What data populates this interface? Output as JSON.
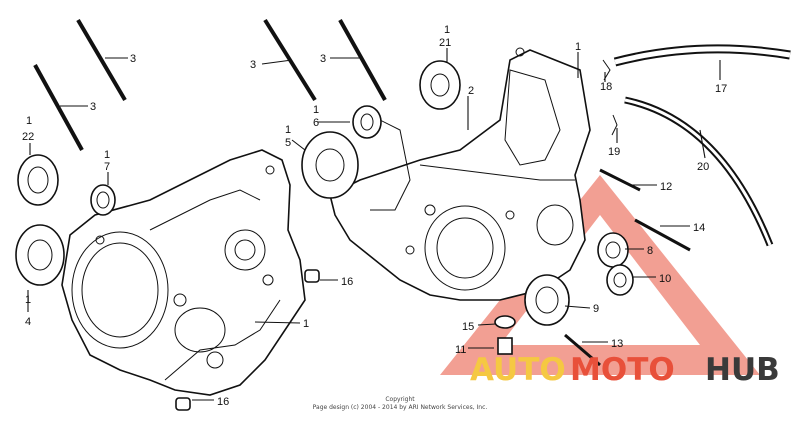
{
  "diagram": {
    "callouts": {
      "c3a": "3",
      "c3b": "3",
      "c3c": "3",
      "c3d": "3",
      "c22_top": "1",
      "c22": "22",
      "c7_top": "1",
      "c7": "7",
      "c4_top": "1",
      "c4": "4",
      "c6_top": "1",
      "c6": "6",
      "c5_top": "1",
      "c5": "5",
      "c21_top": "1",
      "c21": "21",
      "c2": "2",
      "c1_top": "1",
      "c18": "18",
      "c17": "17",
      "c19": "19",
      "c20": "20",
      "c12": "12",
      "c14": "14",
      "c8": "8",
      "c10": "10",
      "c9": "9",
      "c16a": "16",
      "c16b": "16",
      "c1_mid": "1",
      "c15": "15",
      "c11": "11",
      "c13": "13"
    },
    "copyright_line1": "Copyright",
    "copyright_line2": "Page design (c) 2004 - 2014 by ARI Network Services, Inc."
  },
  "watermark": {
    "part1": "AUTO",
    "part2": "MOTO",
    "part3": "HUB",
    "colors": {
      "auto": "#f5c842",
      "moto": "#e8503a",
      "hub": "#3a3a3a",
      "triangle": "#e8503a"
    }
  }
}
